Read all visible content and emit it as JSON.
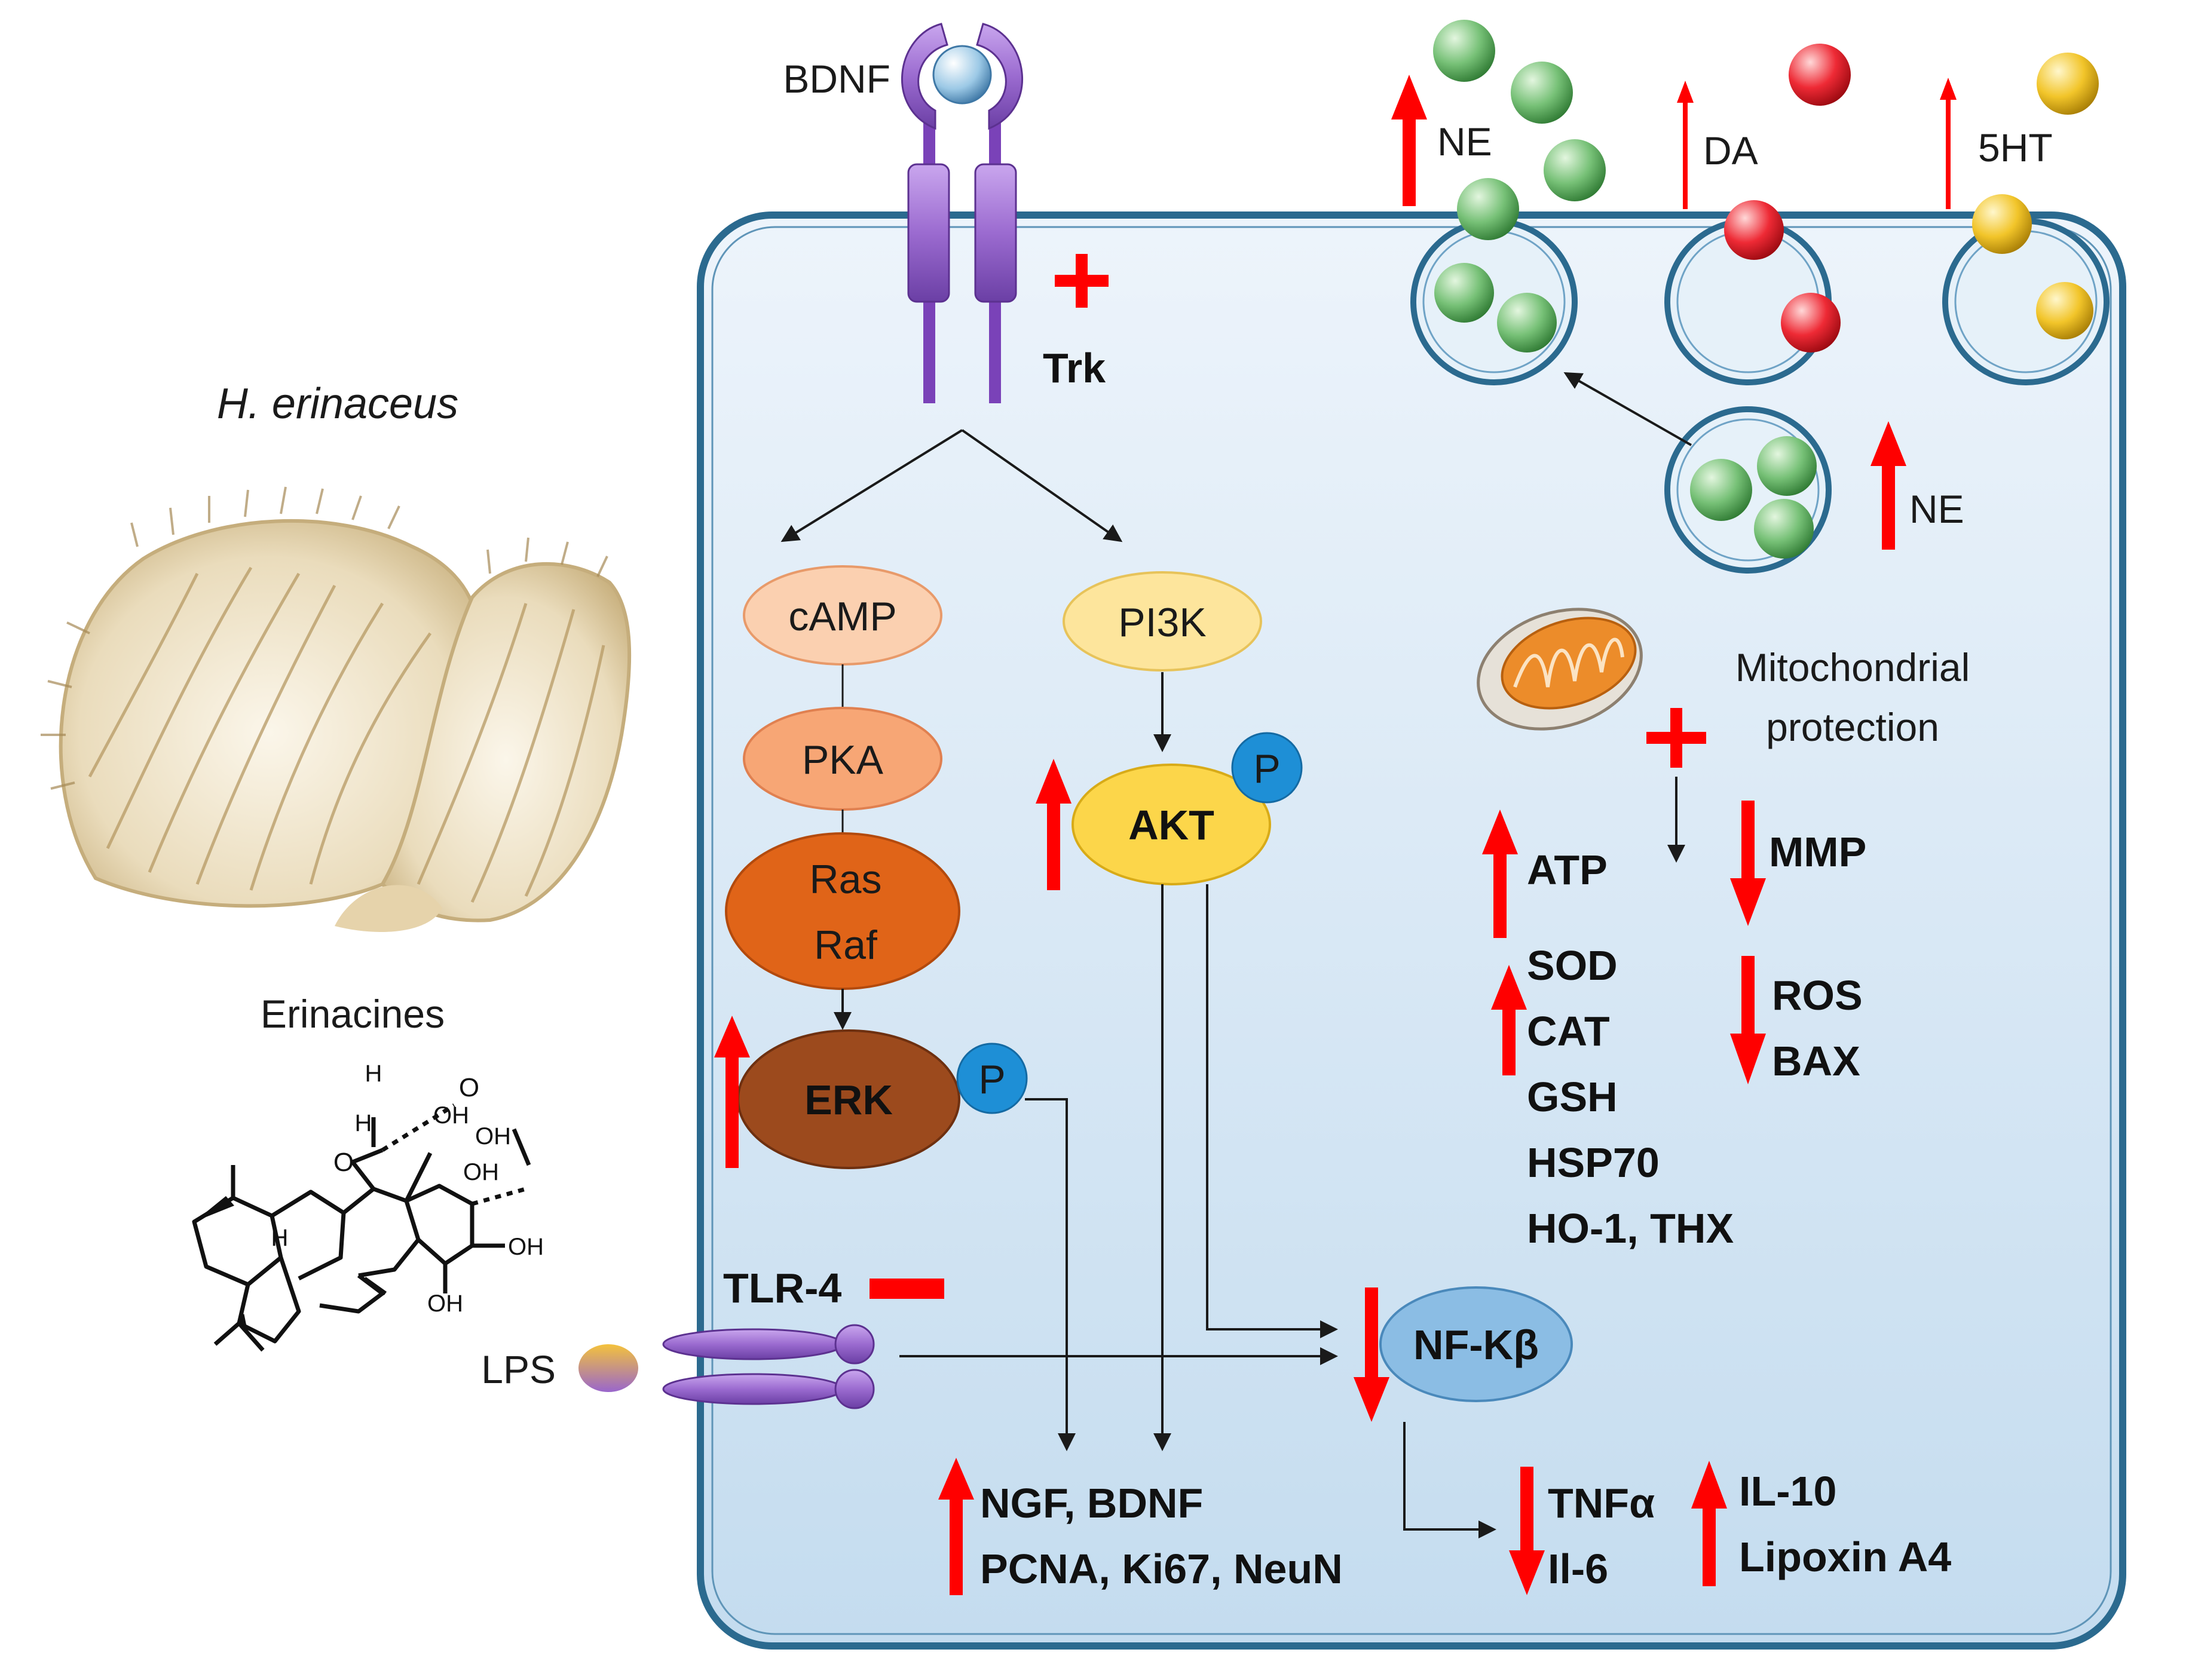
{
  "organism": {
    "name": "H. erinaceus"
  },
  "compound": {
    "name": "Erinacines",
    "hydroxyl_labels": [
      "OH",
      "OH",
      "OH",
      "OH",
      "OH"
    ],
    "oxygen_labels": [
      "O",
      "O"
    ],
    "hydrogen_labels": [
      "H",
      "H",
      "H"
    ]
  },
  "receptors": {
    "bdnf": "BDNF",
    "trk": "Trk",
    "tlr4": "TLR-4",
    "lps": "LPS"
  },
  "pathway": {
    "camp": "cAMP",
    "pka": "PKA",
    "ras": "Ras",
    "raf": "Raf",
    "erk": "ERK",
    "pi3k": "PI3K",
    "akt": "AKT",
    "nfkb": "NF-Kβ",
    "phospho": "P"
  },
  "neurotransmitters": {
    "ne": "NE",
    "da": "DA",
    "ht5": "5HT"
  },
  "mitochondria": {
    "line1": "Mitochondrial",
    "line2": "protection"
  },
  "markers": {
    "atp": "ATP",
    "mmp": "MMP",
    "sod": "SOD",
    "cat": "CAT",
    "gsh": "GSH",
    "hsp70": "HSP70",
    "ho1": "HO-1, THX",
    "ros": "ROS",
    "bax": "BAX"
  },
  "outputs": {
    "ngf": "NGF, BDNF",
    "pcna": "PCNA, Ki67, NeuN",
    "tnfa": "TNFα",
    "il6": "Il-6",
    "il10": "IL-10",
    "lipoxin": "Lipoxin A4"
  },
  "colors": {
    "cell_fill": "#dbe9f5",
    "cell_border": "#2b6a8f",
    "arrow_red": "#ff0000",
    "camp": "#fbd0b0",
    "pka": "#f7a675",
    "ras_raf": "#e06418",
    "erk": "#9c4a1d",
    "pi3k": "#fde59c",
    "akt": "#fcd64a",
    "nfkb": "#8bbde4",
    "phospho": "#1e8fd6",
    "receptor": "#9966cc",
    "ne_ball": "#6fbf6f",
    "da_ball": "#e8202a",
    "ht_ball": "#eec228"
  }
}
